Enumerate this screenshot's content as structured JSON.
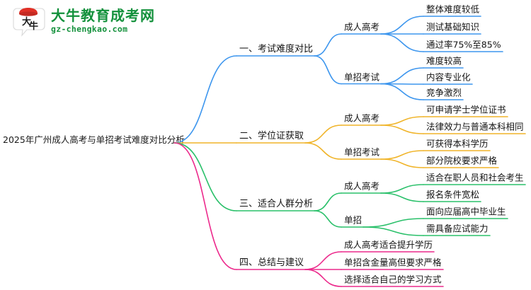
{
  "logo": {
    "icon": "daniu-speech-bubble-logo",
    "mark_text": "大牛",
    "title": "大牛教育成考网",
    "subtitle": "gz-chengkao.com",
    "brand_color": "#14913c",
    "mark_accent": "#e03127"
  },
  "mindmap": {
    "root": "2025年广州成人高考与单招考试难度对比分析",
    "branches": [
      {
        "label": "一、考试难度对比",
        "color": "#3d96ee",
        "groups": [
          {
            "label": "成人高考",
            "leaves": [
              "整体难度较低",
              "测试基础知识",
              "通过率75%至85%"
            ]
          },
          {
            "label": "单招考试",
            "leaves": [
              "难度较高",
              "内容专业化",
              "竞争激烈"
            ]
          }
        ]
      },
      {
        "label": "二、学位证获取",
        "color": "#f0b429",
        "groups": [
          {
            "label": "成人高考",
            "leaves": [
              "可申请学士学位证书",
              "法律效力与普通本科相同"
            ]
          },
          {
            "label": "单招考试",
            "leaves": [
              "可获得本科学历",
              "部分院校要求严格"
            ]
          }
        ]
      },
      {
        "label": "三、适合人群分析",
        "color": "#2ac06a",
        "groups": [
          {
            "label": "成人高考",
            "leaves": [
              "适合在职人员和社会考生",
              "报名条件宽松"
            ]
          },
          {
            "label": "单招",
            "leaves": [
              "面向应届高中毕业生",
              "需具备应试能力"
            ]
          }
        ]
      },
      {
        "label": "四、总结与建议",
        "color": "#ec2a8c",
        "groups": [
          {
            "label": "",
            "leaves": [
              "成人高考适合提升学历",
              "单招含金量高但要求严格",
              "选择适合自己的学习方式"
            ]
          }
        ]
      }
    ]
  }
}
